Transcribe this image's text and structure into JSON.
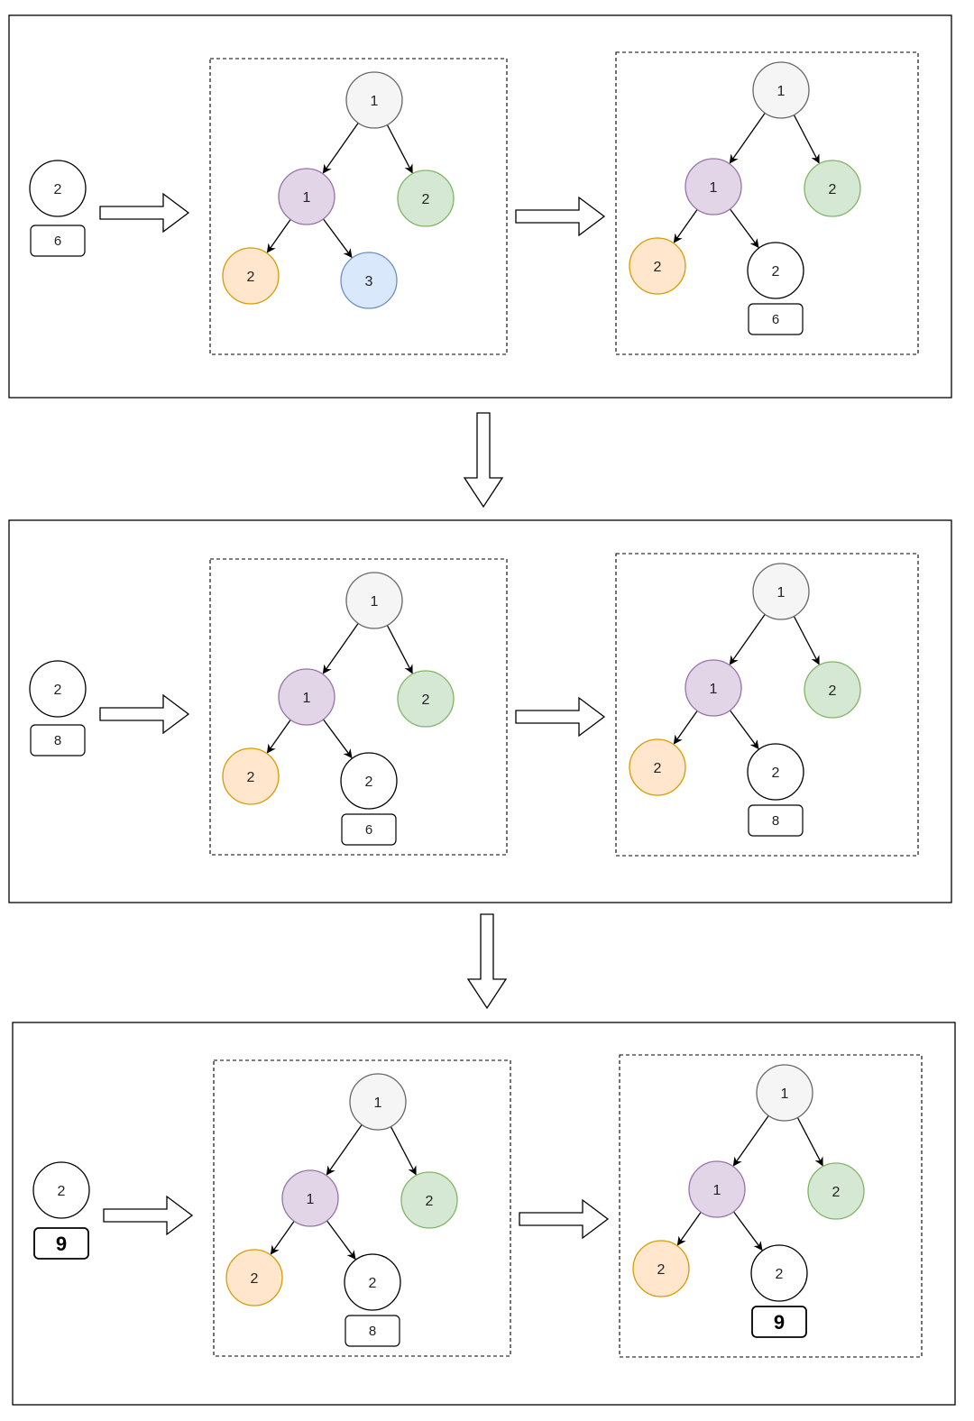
{
  "colors": {
    "gray": "#f5f5f5",
    "gray_stroke": "#666666",
    "purple": "#e1d5e7",
    "purple_stroke": "#9673a6",
    "green": "#d5e8d4",
    "green_stroke": "#82b366",
    "orange": "#ffe6cc",
    "orange_stroke": "#d79b00",
    "blue": "#dae8fc",
    "blue_stroke": "#6c8ebf",
    "white": "#ffffff",
    "white_stroke": "#000000"
  },
  "rows": [
    {
      "input": {
        "node": "2",
        "value": "6",
        "bold": false
      },
      "before": {
        "root": "1",
        "mid": "1",
        "right": "2",
        "leftleaf": "2",
        "target": {
          "label": "3",
          "color": "blue"
        },
        "value": null
      },
      "after": {
        "root": "1",
        "mid": "1",
        "right": "2",
        "leftleaf": "2",
        "target": {
          "label": "2",
          "color": "white"
        },
        "value": {
          "text": "6",
          "bold": false
        }
      }
    },
    {
      "input": {
        "node": "2",
        "value": "8",
        "bold": false
      },
      "before": {
        "root": "1",
        "mid": "1",
        "right": "2",
        "leftleaf": "2",
        "target": {
          "label": "2",
          "color": "white"
        },
        "value": {
          "text": "6",
          "bold": false
        }
      },
      "after": {
        "root": "1",
        "mid": "1",
        "right": "2",
        "leftleaf": "2",
        "target": {
          "label": "2",
          "color": "white"
        },
        "value": {
          "text": "8",
          "bold": false
        }
      }
    },
    {
      "input": {
        "node": "2",
        "value": "9",
        "bold": true
      },
      "before": {
        "root": "1",
        "mid": "1",
        "right": "2",
        "leftleaf": "2",
        "target": {
          "label": "2",
          "color": "white"
        },
        "value": {
          "text": "8",
          "bold": false
        }
      },
      "after": {
        "root": "1",
        "mid": "1",
        "right": "2",
        "leftleaf": "2",
        "target": {
          "label": "2",
          "color": "white"
        },
        "value": {
          "text": "9",
          "bold": true
        }
      }
    }
  ]
}
